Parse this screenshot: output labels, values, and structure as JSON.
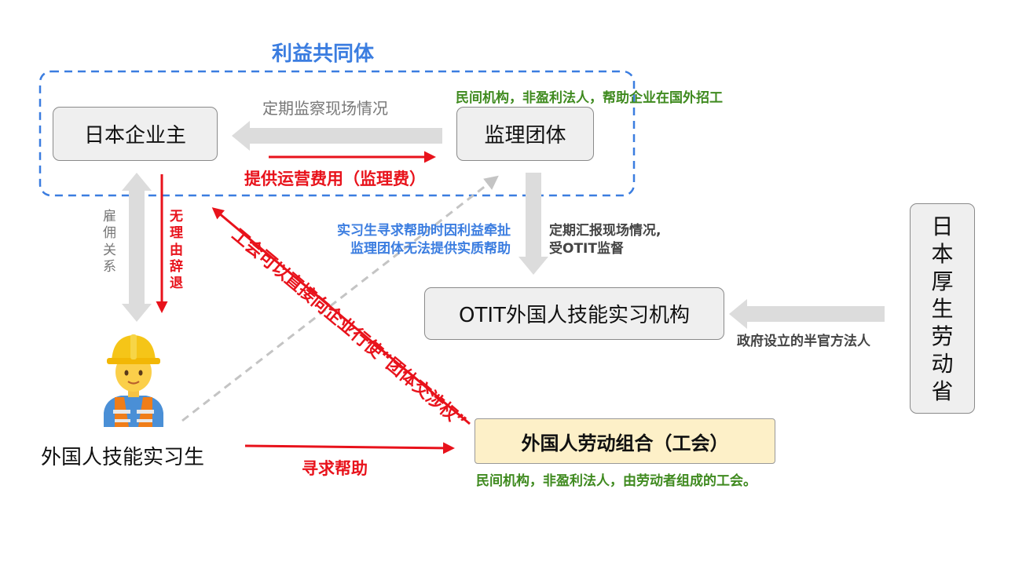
{
  "group": {
    "title": "利益共同体"
  },
  "nodes": {
    "employer": "日本企业主",
    "supervisor": "监理团体",
    "otit": "OTIT外国人技能实习机构",
    "ministry": "日本厚生劳动省",
    "union": "外国人劳动组合（工会）",
    "trainee": "外国人技能实习生"
  },
  "labels": {
    "supervisor_desc": "民间机构，非盈利法人，帮助企业在国外招工",
    "regular_inspection": "定期监察现场情况",
    "fee": "提供运营费用（监理费）",
    "employment": "雇佣关系",
    "dismissal": "无理由辞退",
    "conflict_line1": "实习生寻求帮助时因利益牵扯",
    "conflict_line2": "监理团体无法提供实质帮助",
    "report_line1": "定期汇报现场情况,",
    "report_line2": "受OTIT监督",
    "otit_desc": "政府设立的半官方法人",
    "bargaining": "工会可以直接向企业行使“团体交涉权”",
    "seek_help": "寻求帮助",
    "union_desc": "民间机构，非盈利法人，由劳动者组成的工会。"
  },
  "icons": {
    "trainee": "construction-worker-icon"
  },
  "colors": {
    "blue": "#3b7de0",
    "red": "#e8121b",
    "green": "#3f8a1f",
    "gray_arrow": "#dcdcdc",
    "node_bg": "#efefef",
    "union_bg": "#fdf0c8"
  }
}
